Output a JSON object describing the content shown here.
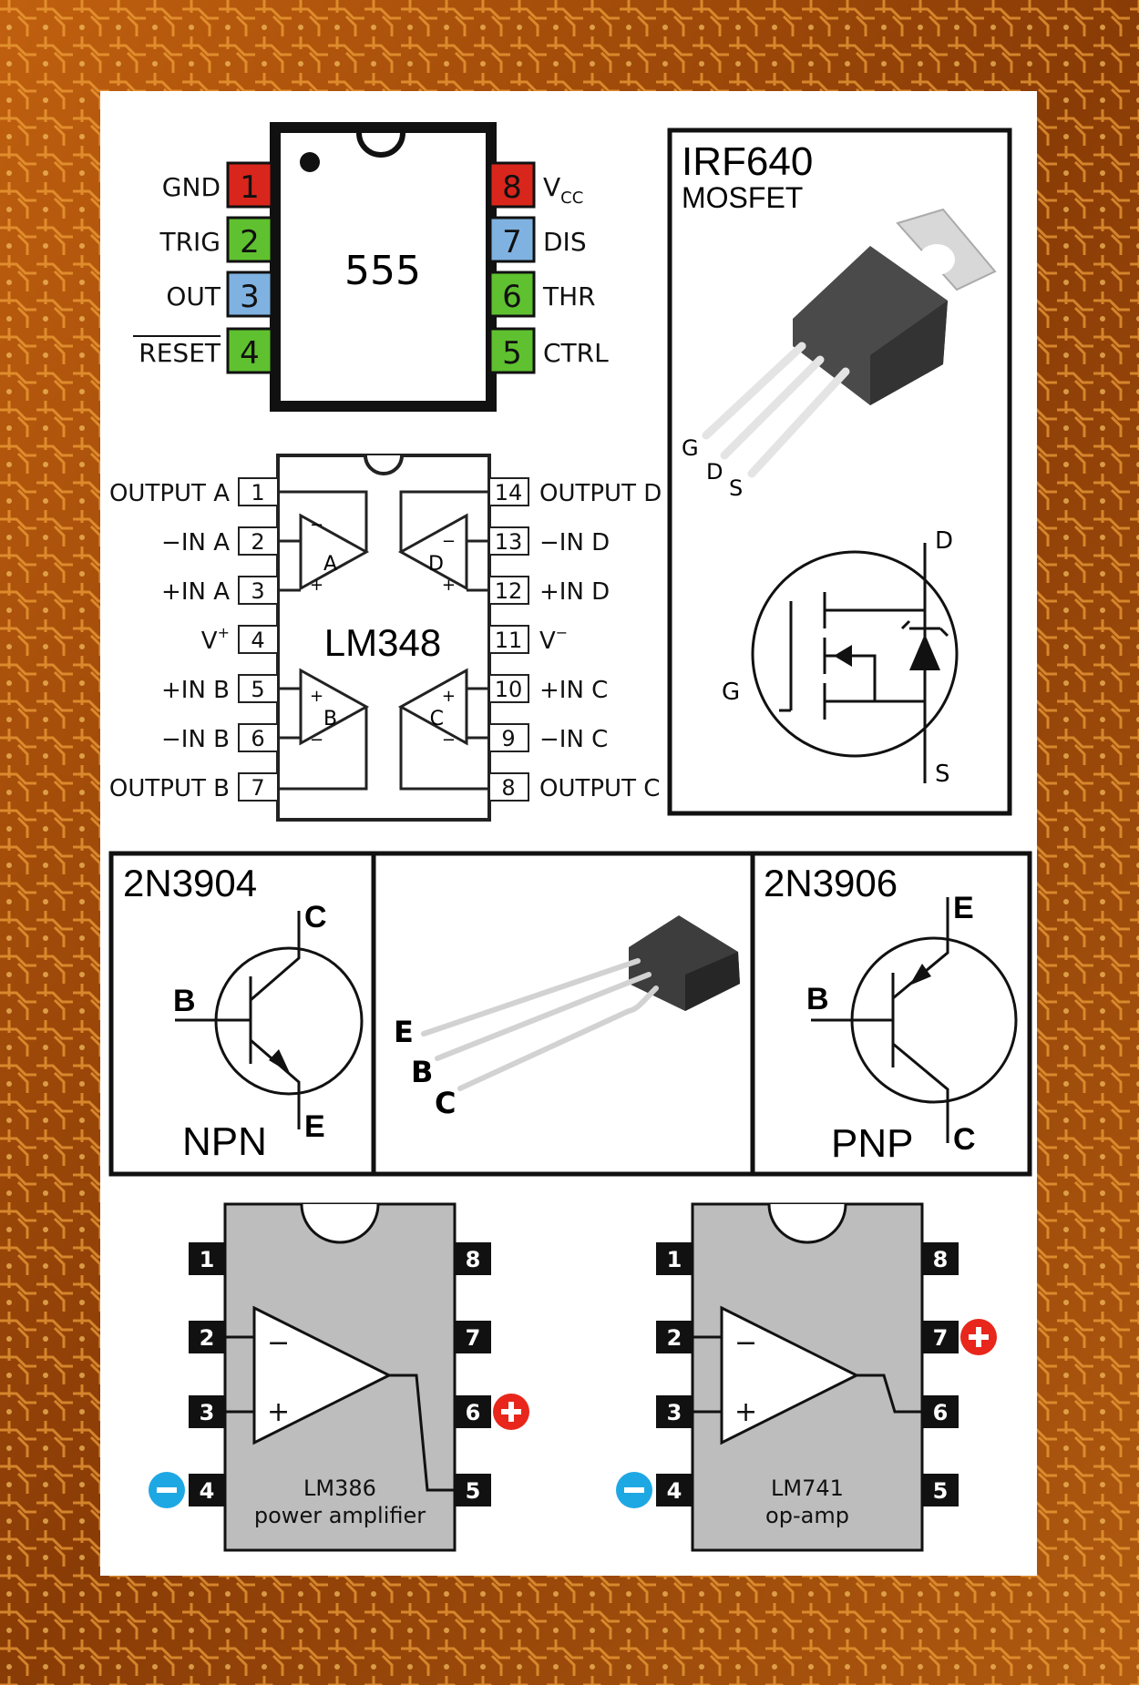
{
  "chip555": {
    "name": "555",
    "pins": [
      {
        "num": "1",
        "label": "GND",
        "color": "#d9261c"
      },
      {
        "num": "2",
        "label": "TRIG",
        "color": "#5fc12f"
      },
      {
        "num": "3",
        "label": "OUT",
        "color": "#7fb2e0"
      },
      {
        "num": "4",
        "label": "RESET",
        "color": "#5fc12f",
        "overline": true
      },
      {
        "num": "8",
        "label": "V",
        "sub": "CC",
        "color": "#d9261c"
      },
      {
        "num": "7",
        "label": "DIS",
        "color": "#7fb2e0"
      },
      {
        "num": "6",
        "label": "THR",
        "color": "#5fc12f"
      },
      {
        "num": "5",
        "label": "CTRL",
        "color": "#5fc12f"
      }
    ]
  },
  "lm348": {
    "name": "LM348",
    "left_pins": [
      {
        "num": "1",
        "label": "OUTPUT A"
      },
      {
        "num": "2",
        "label": "−IN A"
      },
      {
        "num": "3",
        "label": "+IN A"
      },
      {
        "num": "4",
        "label": "V",
        "sup": "+"
      },
      {
        "num": "5",
        "label": "+IN B"
      },
      {
        "num": "6",
        "label": "−IN B"
      },
      {
        "num": "7",
        "label": "OUTPUT B"
      }
    ],
    "right_pins": [
      {
        "num": "14",
        "label": "OUTPUT D"
      },
      {
        "num": "13",
        "label": "−IN D"
      },
      {
        "num": "12",
        "label": "+IN D"
      },
      {
        "num": "11",
        "label": "V",
        "sup": "−"
      },
      {
        "num": "10",
        "label": "+IN C"
      },
      {
        "num": "9",
        "label": "−IN C"
      },
      {
        "num": "8",
        "label": "OUTPUT C"
      }
    ],
    "amps": [
      "A",
      "B",
      "C",
      "D"
    ]
  },
  "irf640": {
    "title": "IRF640",
    "subtitle": "MOSFET",
    "package_pins": [
      "G",
      "D",
      "S"
    ],
    "symbol_pins": {
      "d": "D",
      "g": "G",
      "s": "S"
    }
  },
  "npn": {
    "title": "2N3904",
    "type": "NPN",
    "c": "C",
    "b": "B",
    "e": "E"
  },
  "to92": {
    "pins": [
      "E",
      "B",
      "C"
    ]
  },
  "pnp": {
    "title": "2N3906",
    "type": "PNP",
    "c": "C",
    "b": "B",
    "e": "E"
  },
  "lm386": {
    "name": "LM386",
    "desc": "power amplifier",
    "left": [
      "1",
      "2",
      "3",
      "4"
    ],
    "right": [
      "8",
      "7",
      "6",
      "5"
    ],
    "minus": "−",
    "plus": "+"
  },
  "lm741": {
    "name": "LM741",
    "desc": "op-amp",
    "left": [
      "1",
      "2",
      "3",
      "4"
    ],
    "right": [
      "8",
      "7",
      "6",
      "5"
    ],
    "minus": "−",
    "plus": "+"
  },
  "colors": {
    "power_plus": "#e8261b",
    "power_minus": "#1ea8e3",
    "ic_gray": "#bdbdbd"
  }
}
